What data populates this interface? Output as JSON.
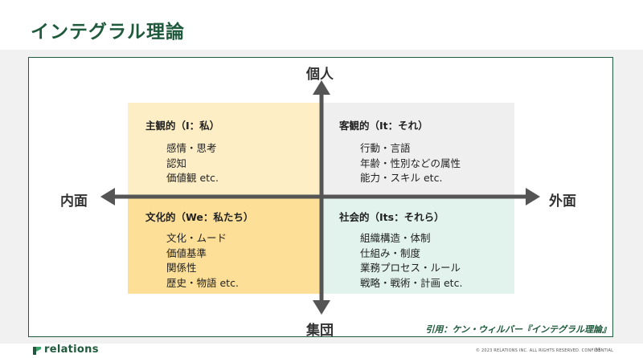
{
  "slide": {
    "title": "インテグラル理論"
  },
  "axes": {
    "top": "個人",
    "bottom": "集団",
    "left": "内面",
    "right": "外面"
  },
  "quadrants": {
    "top_left": {
      "title": "主観的（I：私）",
      "items": [
        "感情・思考",
        "認知",
        "価値観 etc."
      ],
      "color": "#fdeec6"
    },
    "top_right": {
      "title": "客観的（It：それ）",
      "items": [
        "行動・言語",
        "年齢・性別などの属性",
        "能力・スキル etc."
      ],
      "color": "#efefef"
    },
    "bottom_left": {
      "title": "文化的（We：私たち）",
      "items": [
        "文化・ムード",
        "価値基準",
        "関係性",
        "歴史・物語 etc."
      ],
      "color": "#fddf98"
    },
    "bottom_right": {
      "title": "社会的（Its：それら）",
      "items": [
        "組織構造・体制",
        "仕組み・制度",
        "業務プロセス・ルール",
        "戦略・戦術・計画 etc."
      ],
      "color": "#e1f3ec"
    }
  },
  "citation": "引用：ケン・ウィルバー『インテグラル理論』",
  "footer": {
    "logo": "relations",
    "copyright": "© 2023 RELATIONS INC. ALL RIGHTS RESERVED. CONFIDENTIAL",
    "page_number": "35"
  },
  "colors": {
    "brand_green": "#1f5a3c",
    "axis": "#555555"
  }
}
